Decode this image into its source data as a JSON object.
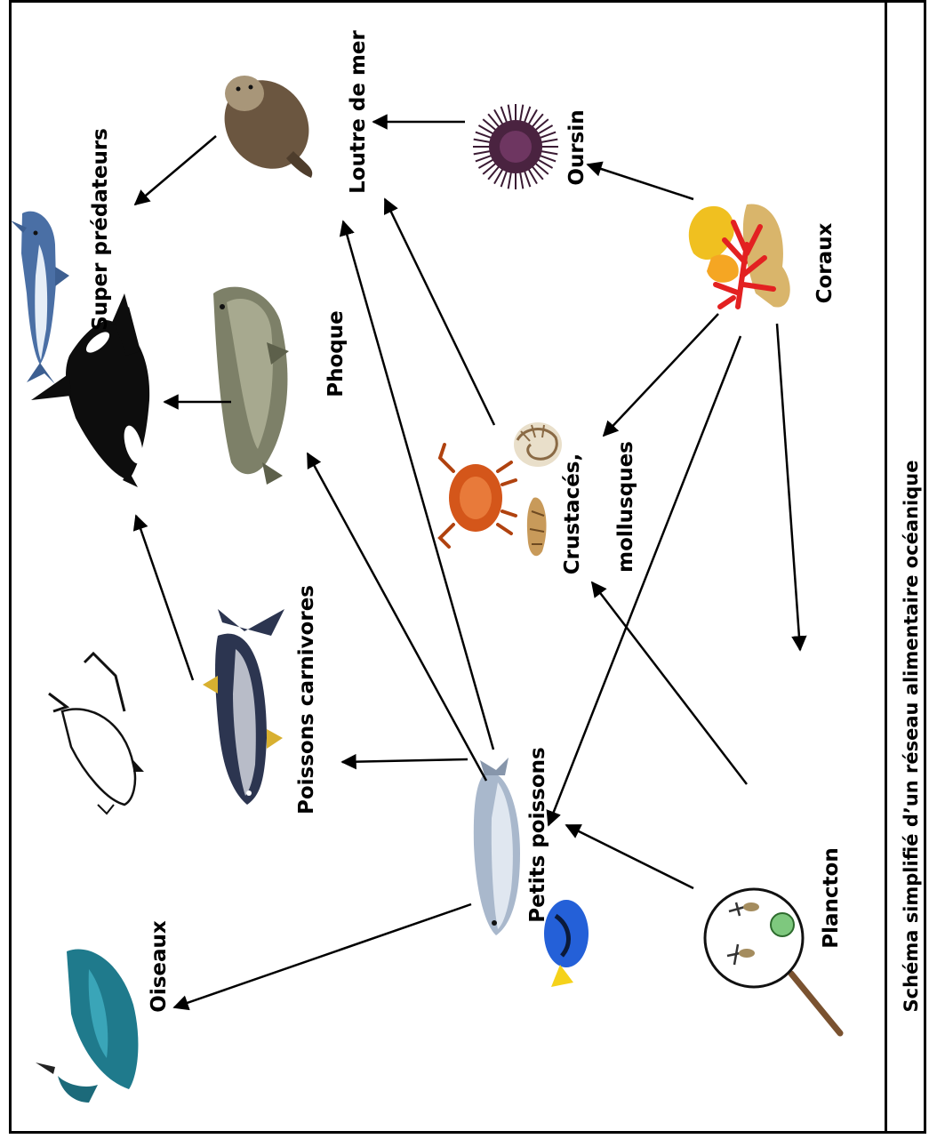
{
  "title": "Schéma simplifié d’un réseau alimentaire océanique",
  "nodes": {
    "super_predateurs": "Super prédateurs",
    "loutre": "Loutre de mer",
    "oursin": "Oursin",
    "coraux": "Coraux",
    "phoque": "Phoque",
    "crustaces_line1": "Crustacés,",
    "crustaces_line2": "mollusques",
    "poissons_carnivores": "Poissons carnivores",
    "petits_poissons": "Petits poissons",
    "oiseaux": "Oiseaux",
    "plancton": "Plancton"
  },
  "illustrations": [
    "shark",
    "orca",
    "sea-otter",
    "sea-urchin",
    "coral",
    "seal",
    "crab",
    "nautilus-shell",
    "cone-shell",
    "tuna",
    "herring",
    "blue-tang",
    "seagull",
    "kingfisher",
    "plankton-magnifier"
  ]
}
